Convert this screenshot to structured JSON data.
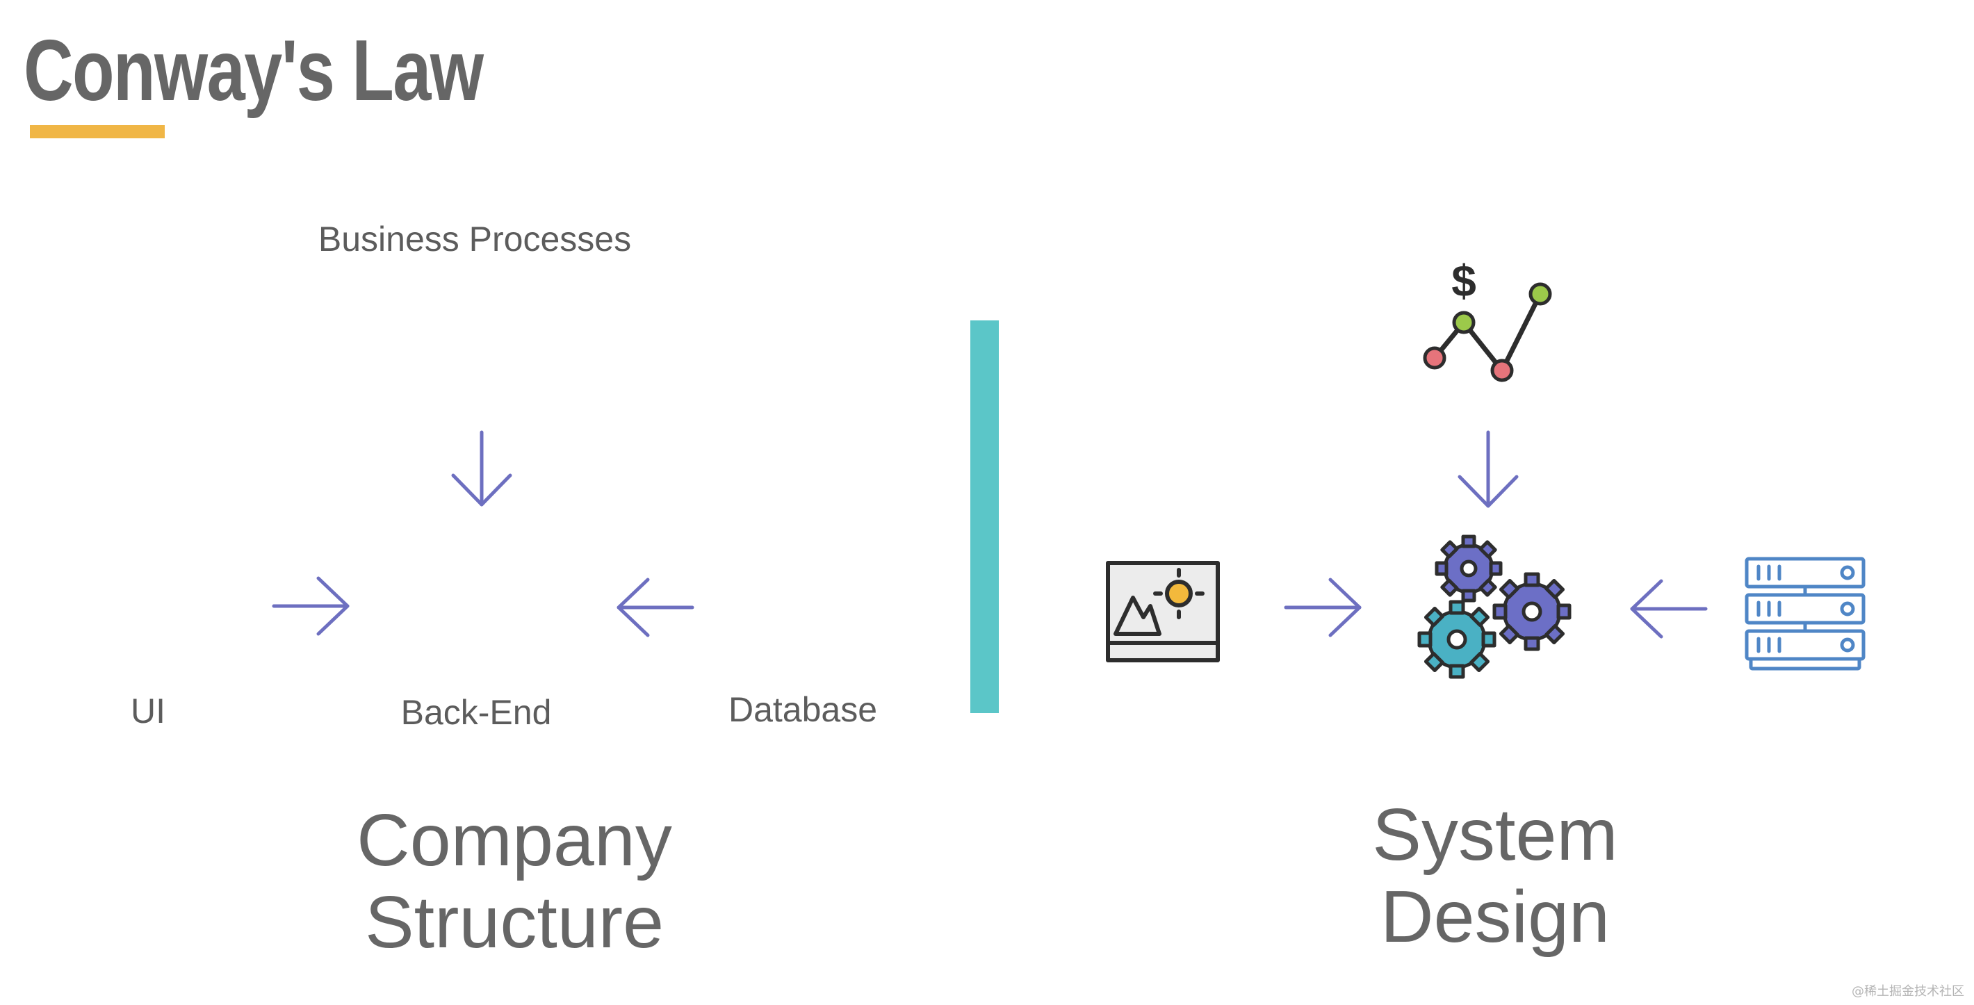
{
  "title": "Conway's Law",
  "colors": {
    "accent_underline": "#f0b646",
    "divider": "#5bc6c8",
    "arrow": "#6d6fc0",
    "group_business": "#6c6fc6",
    "group_ui": "#a8d24a",
    "group_backend": "#4fae9e",
    "group_database": "#d2585f"
  },
  "company": {
    "business_label": "Business Processes",
    "ui_label": "UI",
    "backend_label": "Back-End",
    "database_label": "Database",
    "caption_line1": "Company",
    "caption_line2": "Structure"
  },
  "system": {
    "caption_line1": "System",
    "caption_line2": "Design",
    "chart_symbol": "$",
    "icons": [
      "line-chart-dollar-icon",
      "image-frame-icon",
      "gears-icon",
      "server-rack-icon"
    ]
  },
  "watermark": "@稀土掘金技术社区"
}
